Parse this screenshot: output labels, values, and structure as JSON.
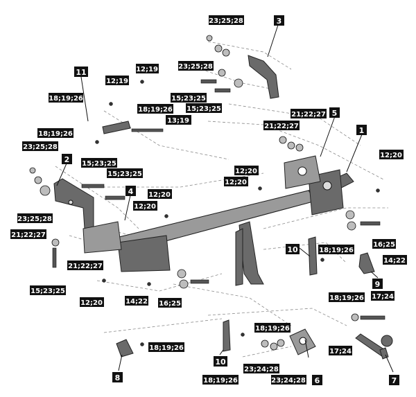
{
  "labels": {
    "l1": "23;25;28",
    "l2": "23;25;28",
    "l3": "12;19",
    "l4": "12;19",
    "l5": "18;19;26",
    "l6": "15;23;25",
    "l7": "15;23;25",
    "l8": "18;19;26",
    "l9": "13;19",
    "l10": "18;19;26",
    "l11": "21;22;27",
    "l12": "21;22;27",
    "l13": "23;25;28",
    "l14": "15;23;25",
    "l15": "15;23;25",
    "l16": "12;20",
    "l17": "12;20",
    "l18": "12;20",
    "l19": "12;20",
    "l20": "12;20",
    "l21": "23;25;28",
    "l22": "21;22;27",
    "l23": "21;22;27",
    "l24": "16;25",
    "l25": "14;22",
    "l26": "18;19;26",
    "l27": "18;19;26",
    "l28": "15;23;25",
    "l29": "12;20",
    "l30": "14;22",
    "l31": "16;25",
    "l32": "17;24",
    "l33": "17;24",
    "l34": "18;19;26",
    "l35": "18;19;26",
    "l36": "23;24;28",
    "l37": "23;24;28",
    "l38": "18;19;26"
  },
  "part_numbers": {
    "p1": "1",
    "p2": "2",
    "p3": "3",
    "p4": "4",
    "p5": "5",
    "p6": "6",
    "p7": "7",
    "p8": "8",
    "p9": "9",
    "p10a": "10",
    "p10b": "10",
    "p11": "11"
  }
}
